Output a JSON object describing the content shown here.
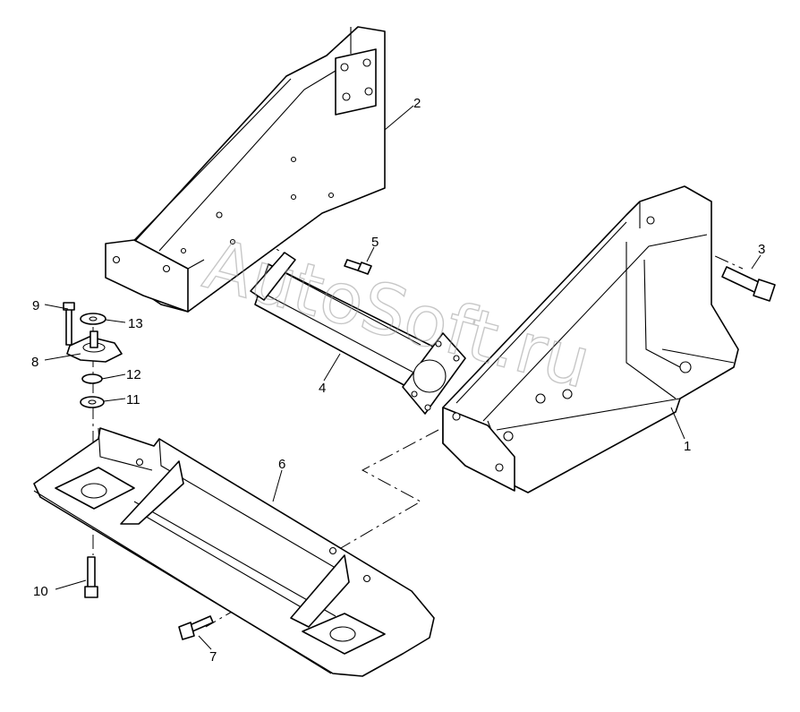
{
  "watermark": "AutoSoft.ru",
  "callouts": {
    "c1": "1",
    "c2": "2",
    "c3": "3",
    "c4": "4",
    "c5": "5",
    "c6": "6",
    "c7": "7",
    "c8": "8",
    "c9": "9",
    "c10": "10",
    "c11": "11",
    "c12": "12",
    "c13": "13"
  }
}
